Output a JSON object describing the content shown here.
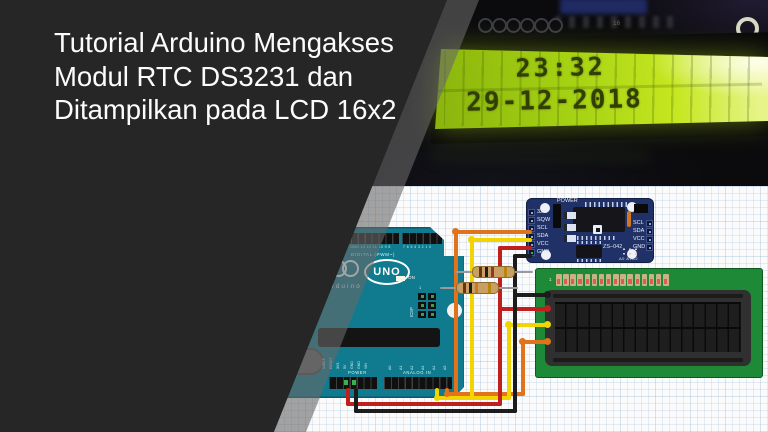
{
  "slide": {
    "title_lines": [
      "Tutorial Arduino Mengakses",
      "Modul RTC DS3231 dan",
      "Ditampilkan pada LCD 16x2"
    ]
  },
  "photo": {
    "lcd_line1": "23:32",
    "lcd_line2": "29-12-2018",
    "corner_label": "16"
  },
  "diagram": {
    "arduino": {
      "name": "UNO",
      "brand": "arduino",
      "digital_label": "DIGITAL (PWM~)",
      "top_pins_left": "AREF GND 13 12 11 10 9 8",
      "top_pins_right": "7 6 5 4 3 2 1 0",
      "on_label": "ON",
      "icsp_label": "ICSP",
      "icsp_pin1": "1",
      "power_label": "POWER",
      "analog_label": "ANALOG IN",
      "power_pins": [
        "IOREF",
        "RESET",
        "3V3",
        "5V",
        "GND",
        "GND",
        "VIN"
      ],
      "analog_pins": [
        "A0",
        "A1",
        "A2",
        "A3",
        "A4",
        "A5"
      ]
    },
    "rtc": {
      "power_label": "POWER",
      "model": "ZS–042",
      "jumpers": "A0 A1A2",
      "left_pins": [
        "32K",
        "SQW",
        "SCL",
        "SDA",
        "VCC",
        "GND"
      ],
      "right_pins": [
        "SCL",
        "SDA",
        "VCC",
        "GND"
      ]
    },
    "lcd": {
      "pin1": "1"
    },
    "wire_colors": {
      "vcc": "#bf1f1d",
      "gnd": "#1c1c1c",
      "sda": "#f2d400",
      "scl": "#e0731c"
    }
  },
  "colors": {
    "panel": "#272626",
    "board_teal": "#107a8e",
    "rtc_navy": "#1f3166",
    "lcd_green": "#1e8a38",
    "screen_green": "#b8e018"
  }
}
